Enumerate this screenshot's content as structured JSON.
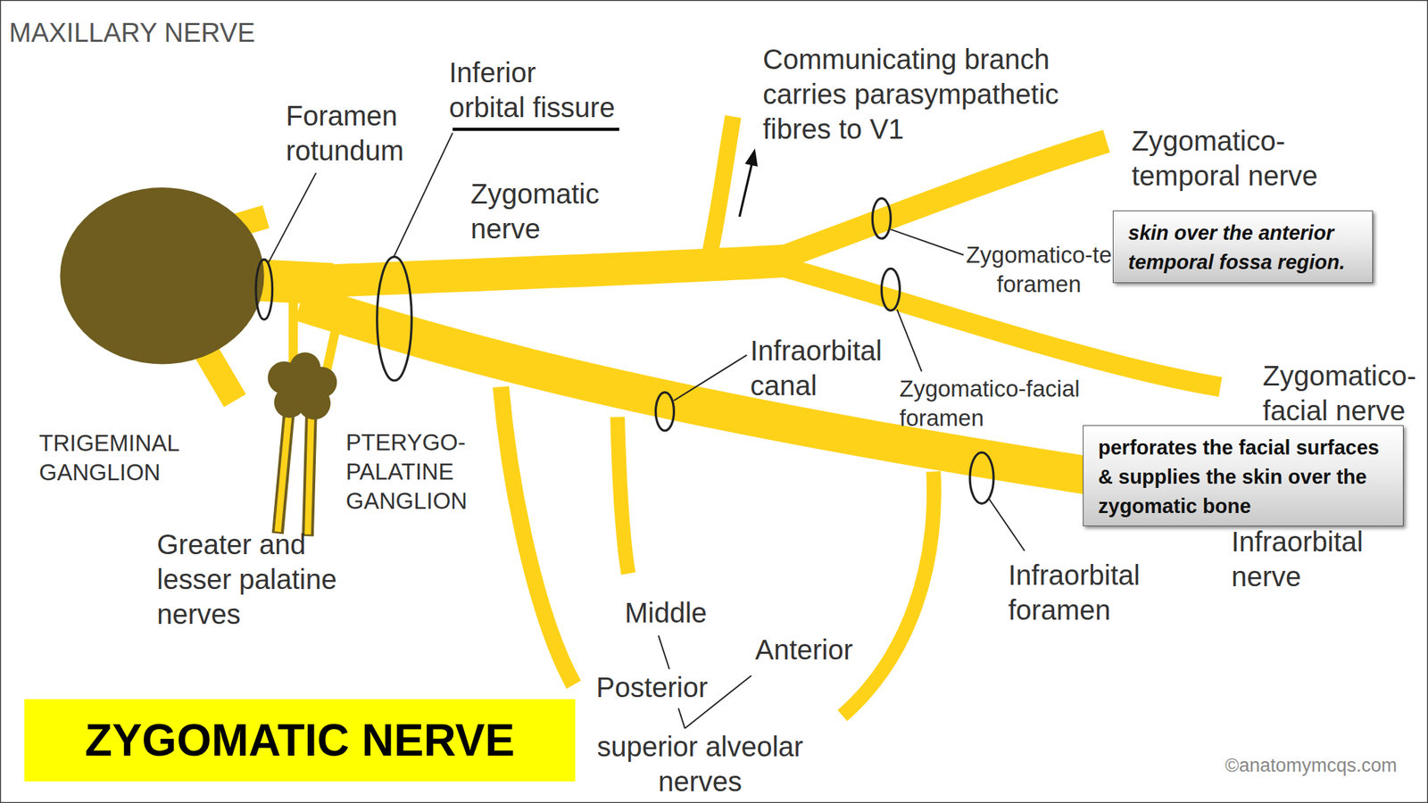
{
  "diagram": {
    "title": "MAXILLARY NERVE",
    "nodes": [
      {
        "text": [
          "skin over the anterior temporal fossa region."
        ]
      },
      {
        "text": [
          "perforates the facial surfaces & supplies the skin over the zygomatic bone"
        ]
      },
      {
        "text": [
          "ZYGOMATIC NERVE"
        ]
      }
    ],
    "labels": [
      "Inferior orbital fissure",
      "Foramen rotundum",
      "Zygomatic nerve",
      "Communicating branch carries parasympathetic fibres to V1",
      "Zygomatico-temporal nerve",
      "Zygomatico-te foramen",
      "Infraorbital canal",
      "Zygomatico-facial foramen",
      "Zygomatico-facial nerve",
      "TRIGEMINAL GANGLION",
      "PTERYGO- PALATINE GANGLION",
      "Greater and lesser palatine nerves",
      "Infraorbital foramen",
      "Infraorbital nerve",
      "Middle",
      "Anterior",
      "Posterior",
      "superior alveolar nerves",
      "©anatomymcqs.com"
    ]
  }
}
